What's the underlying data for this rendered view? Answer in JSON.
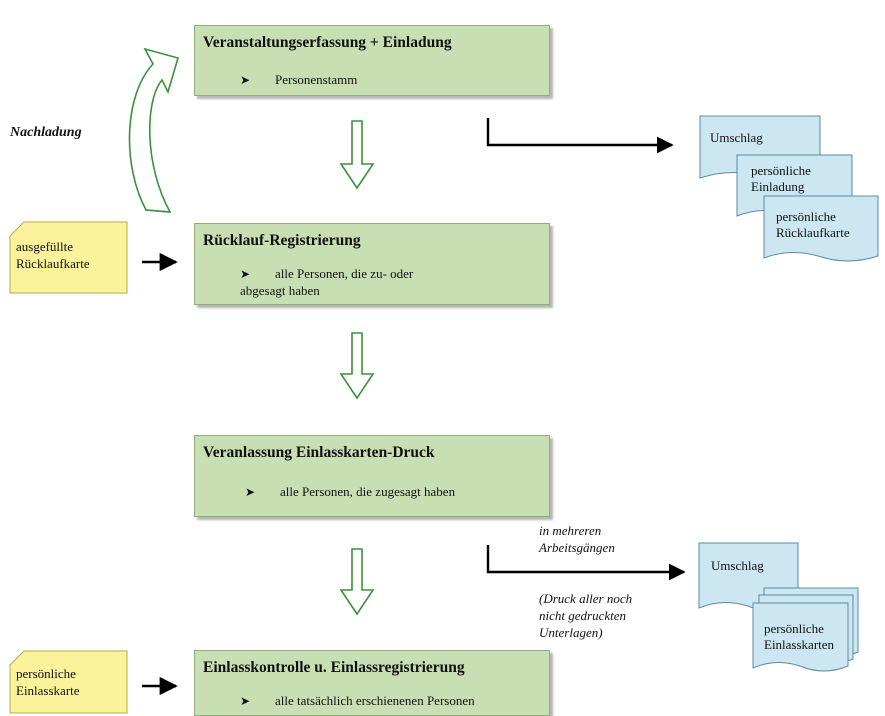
{
  "steps": [
    {
      "title": "Veranstaltungserfassung + Einladung",
      "bullet": "Personenstamm"
    },
    {
      "title": "Rücklauf-Registrierung",
      "bullet_line1": "alle Personen, die zu- oder",
      "bullet_line2": "abgesagt haben"
    },
    {
      "title": "Veranlassung Einlasskarten-Druck",
      "bullet": "alle Personen, die zugesagt haben"
    },
    {
      "title": "Einlasskontrolle u. Einlassregistrierung",
      "bullet": "alle tatsächlich erschienenen Personen"
    }
  ],
  "bullet_marker": "➤",
  "loop_label": "Nachladung",
  "inputs": [
    {
      "line1": "ausgefüllte",
      "line2": "Rücklaufkarte"
    },
    {
      "line1": "persönliche",
      "line2": "Einlasskarte"
    }
  ],
  "output_docs_1": {
    "doc1": "Umschlag",
    "doc2_line1": "persönliche",
    "doc2_line2": "Einladung",
    "doc3_line1": "persönliche",
    "doc3_line2": "Rücklaufkarte"
  },
  "output_docs_2": {
    "doc1": "Umschlag",
    "doc2_line1": "persönliche",
    "doc2_line2": "Einlasskarten"
  },
  "print_note": {
    "line1": "in mehreren",
    "line2": "Arbeitsgängen",
    "line3": "(Druck aller noch",
    "line4": "nicht gedruckten",
    "line5": "Unterlagen)"
  },
  "colors": {
    "step_fill": "#c8dfb4",
    "input_fill": "#fbf29b",
    "doc_fill": "#cce6f2",
    "arrow_outline": "#3f8f3f"
  }
}
